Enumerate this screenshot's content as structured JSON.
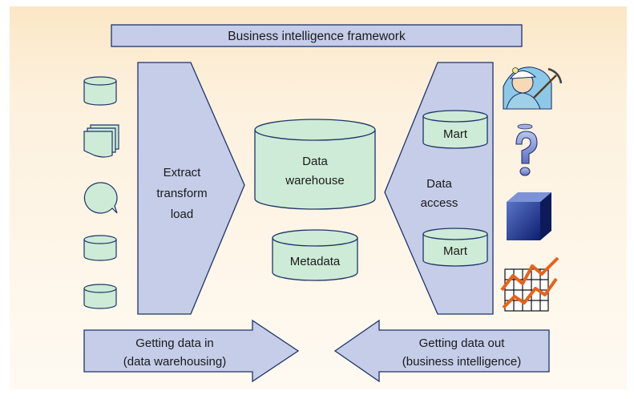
{
  "title": "Business intelligence framework",
  "etl": {
    "line1": "Extract",
    "line2": "transform",
    "line3": "load"
  },
  "warehouse": {
    "line1": "Data",
    "line2": "warehouse"
  },
  "metadata": {
    "label": "Metadata"
  },
  "access": {
    "line1": "Data",
    "line2": "access"
  },
  "marts": [
    "Mart",
    "Mart"
  ],
  "sources": [
    {
      "icon": "database-cylinder-icon"
    },
    {
      "icon": "document-stack-icon"
    },
    {
      "icon": "speech-bubble-icon"
    },
    {
      "icon": "database-cylinder-icon"
    },
    {
      "icon": "database-cylinder-icon"
    }
  ],
  "tools": [
    {
      "icon": "miner-with-pickaxe-icon"
    },
    {
      "icon": "question-mark-icon"
    },
    {
      "icon": "olap-cube-icon"
    },
    {
      "icon": "chart-grid-icon"
    }
  ],
  "arrows": {
    "in": {
      "line1": "Getting data in",
      "line2": "(data warehousing)"
    },
    "out": {
      "line1": "Getting data out",
      "line2": "(business intelligence)"
    }
  },
  "colors": {
    "background": "#fdf2e1",
    "blue_fill": "#c5cde9",
    "teal_fill": "#cdebd6",
    "stroke": "#1e3468"
  }
}
